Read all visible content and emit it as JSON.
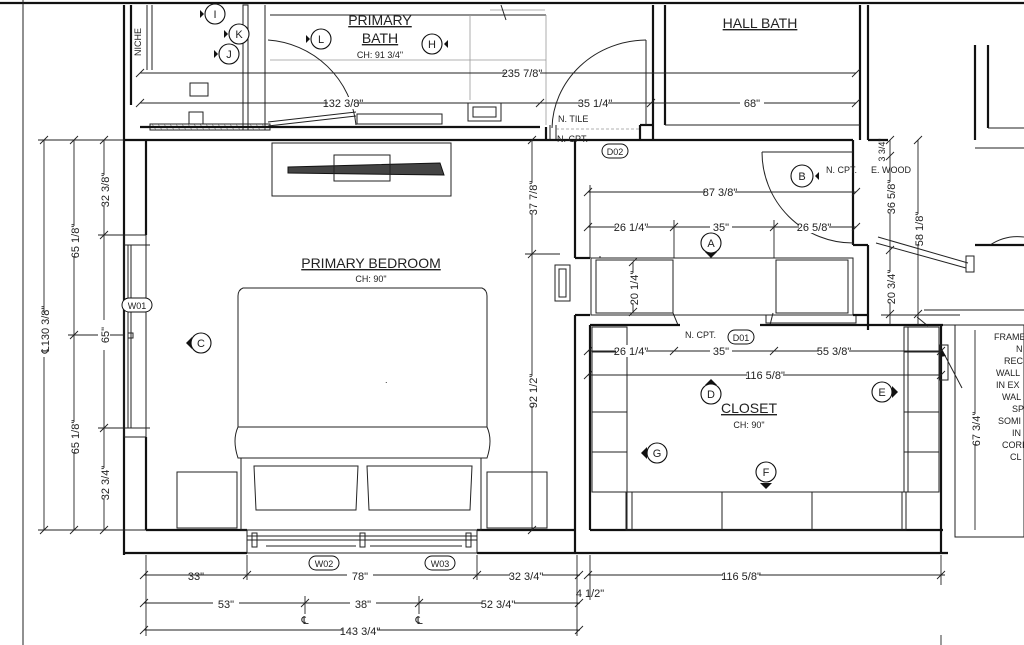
{
  "rooms": {
    "primary_bath": {
      "title_line1": "PRIMARY",
      "title_line2": "BATH",
      "ceiling": "CH: 91 3/4\""
    },
    "hall_bath": {
      "title": "HALL BATH"
    },
    "primary_bedroom": {
      "title": "PRIMARY BEDROOM",
      "ceiling": "CH: 90\""
    },
    "closet": {
      "title": "CLOSET",
      "ceiling": "CH: 90\""
    }
  },
  "side_labels": {
    "niche": "NICHE"
  },
  "floor_notes": {
    "n_tile": "N. TILE",
    "n_cpt_hall": "N. CPT.",
    "n_cpt_right": "N. CPT.",
    "e_wood": "E. WOOD",
    "n_cpt_closet": "N. CPT."
  },
  "tags": {
    "d02": "D02",
    "d01": "D01",
    "w01": "W01",
    "w02": "W02",
    "w03": "W03"
  },
  "elevation_markers": [
    "I",
    "K",
    "J",
    "L",
    "H",
    "B",
    "A",
    "C",
    "D",
    "E",
    "G",
    "F"
  ],
  "dimensions": {
    "bath_top": "235 7/8\"",
    "bath_left": "132 3/8\"",
    "bath_mid": "35 1/4\"",
    "bath_right": "68\"",
    "hall_wide": "87 3/8\"",
    "cab_left": "26 1/4\"",
    "cab_mid": "35\"",
    "cab_right": "26 5/8\"",
    "closet_left": "26 1/4\"",
    "closet_mid": "35\"",
    "closet_right": "55 3/8\"",
    "closet_width": "116 5/8\"",
    "bed_vert_top": "37 7/8\"",
    "bed_vert_mid": "92 1/2\"",
    "hall_vert": "20 1/4\"",
    "right_vert_1": "36 5/8\"",
    "right_vert_2": "58 1/8\"",
    "right_vert_3": "20 3/4\"",
    "right_vert_4": "3 3/4\"",
    "left_total": "130 3/8\"",
    "left_upper": "65 1/8\"",
    "left_lower": "65 1/8\"",
    "left_mid": "65\"",
    "left_top_seg": "32 3/8\"",
    "left_bottom_seg": "32 3/4\"",
    "bottom_1a": "33\"",
    "bottom_1b": "78\"",
    "bottom_1c": "32 3/4\"",
    "bottom_2a": "53\"",
    "bottom_2b": "38\"",
    "bottom_2c": "52 3/4\"",
    "bottom_total": "143 3/4\"",
    "bottom_right": "116 5/8\"",
    "bottom_gap": "4 1/2\"",
    "closet_vert": "67 3/4\"",
    "centerline": "℄"
  },
  "framing_note_lines": [
    "FRAME",
    "N",
    "REC",
    "WALL",
    "IN EX",
    "WAL",
    "SP",
    "SOMI",
    "IN",
    "CORI",
    "CL"
  ]
}
